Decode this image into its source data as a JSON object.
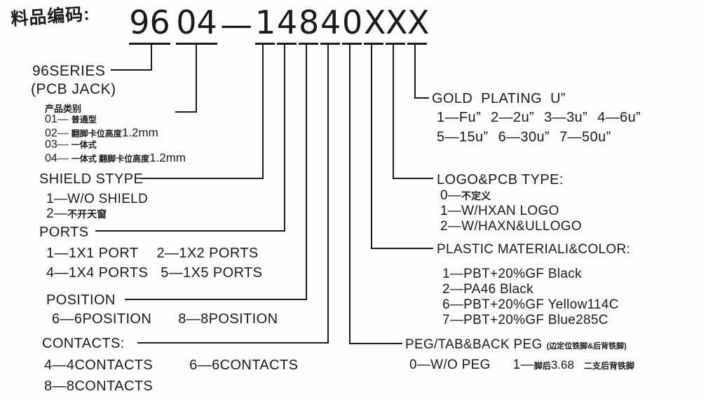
{
  "header": {
    "code_label": "料品编码:",
    "part_segments": [
      "96",
      "04",
      "—",
      "1",
      "4",
      "8",
      "4",
      "0",
      "X",
      "X",
      "X"
    ]
  },
  "series": {
    "title": "96SERIES",
    "subtitle": "(PCB JACK)"
  },
  "category": {
    "title": "产品类别",
    "items": [
      {
        "code": "01—",
        "cn": "普通型",
        "suffix": ""
      },
      {
        "code": "02—",
        "cn": "翻脚卡位高度",
        "suffix": "1.2mm"
      },
      {
        "code": "03—",
        "cn": "一体式",
        "suffix": ""
      },
      {
        "code": "04—",
        "cn": "一体式 翻脚卡位高度",
        "suffix": "1.2mm"
      }
    ]
  },
  "shield": {
    "title": "SHIELD STYPE",
    "opt1": "1—W/O SHIELD",
    "opt2_code": "2—",
    "opt2_cn": "不开天窗"
  },
  "ports": {
    "title": "PORTS",
    "row1": [
      "1—1X1 PORT",
      "2—1X2 PORTS"
    ],
    "row2": [
      "4—1X4 PORTS",
      "5—1X5 PORTS"
    ]
  },
  "position": {
    "title": "POSITION",
    "options": [
      "6—6POSITION",
      "8—8POSITION"
    ]
  },
  "contacts": {
    "title": "CONTACTS:",
    "row1": [
      "4—4CONTACTS",
      "6—6CONTACTS"
    ],
    "row2": "8—8CONTACTS"
  },
  "gold": {
    "title": "GOLD PLATING U”",
    "row1": [
      "1—Fu”",
      "2—2u”",
      "3—3u”",
      "4—6u”"
    ],
    "row2": [
      "5—15u”",
      "6—30u”",
      "7—50u”"
    ]
  },
  "logo": {
    "title": "LOGO&PCB TYPE:",
    "opt0_code": "0—",
    "opt0_cn": "不定义",
    "opt1": "1—W/HXAN LOGO",
    "opt2": "2—W/HAXN&ULLOGO"
  },
  "plastic": {
    "title": "PLASTIC MATERIALI&COLOR:",
    "options": [
      "1—PBT+20%GF Black",
      "2—PA46 Black",
      "6—PBT+20%GF Yellow114C",
      "7—PBT+20%GF Blue285C"
    ]
  },
  "peg": {
    "title_en": "PEG/TAB&BACK PEG",
    "title_cn": "(边定位铁脚&后背铁脚)",
    "opt0": "0—W/O PEG",
    "opt1_code": "1—",
    "opt1_cn1": "脚后",
    "opt1_num": "3.68",
    "opt1_cn2": "二支后背铁脚"
  }
}
